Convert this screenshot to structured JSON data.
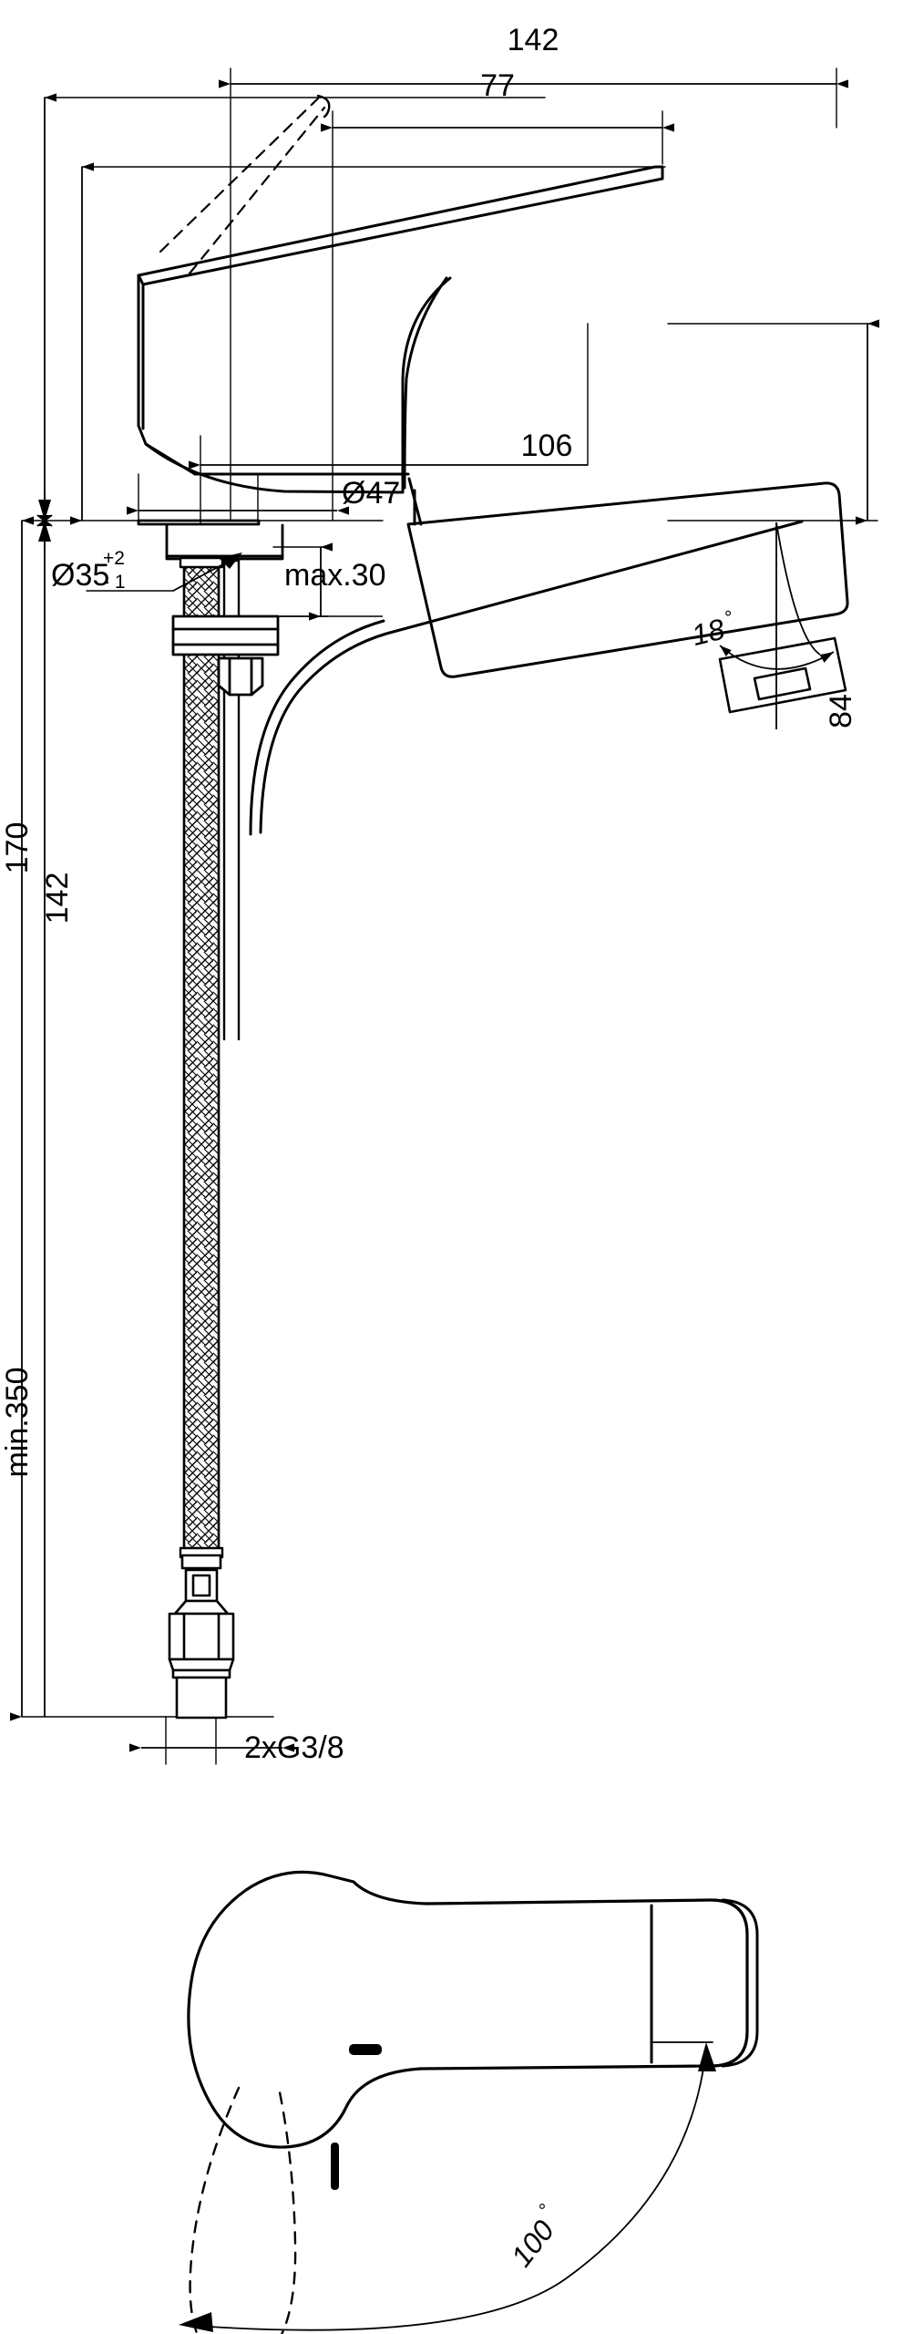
{
  "drawing": {
    "type": "technical-dimension-drawing",
    "subject": "single-lever basin mixer tap",
    "units": "mm",
    "line_color": "#000000",
    "background_color": "#ffffff",
    "views": [
      {
        "name": "side-elevation",
        "position": "top"
      },
      {
        "name": "top-plan-view",
        "position": "bottom"
      }
    ]
  },
  "dimensions": {
    "overall_width": "142",
    "lever_reach": "77",
    "overall_height": "170",
    "body_height": "142",
    "spout_height": "84",
    "spout_projection": "106",
    "base_diameter": "Ø47",
    "mounting_hole_diameter": "Ø35",
    "mounting_hole_tol_upper": "+2",
    "mounting_hole_tol_lower": "- 1",
    "max_thickness": "max.30",
    "hose_length": "min.350",
    "connection_thread": "2xG3/8",
    "aerator_angle": "18",
    "aerator_angle_unit": "°",
    "swivel_angle": "100",
    "swivel_angle_unit": "°"
  },
  "labels": {
    "w142": "142",
    "w77": "77",
    "h170": "170",
    "h142": "142",
    "h84": "84",
    "p106": "106",
    "d47": "Ø47",
    "d35": "Ø35",
    "d35_plus": "+2",
    "d35_minus": "- 1",
    "max30": "max.30",
    "min350": "min.350",
    "thread": "2xG3/8",
    "ang18": "18",
    "ang18_deg": "°",
    "ang100": "100",
    "ang100_deg": "°"
  }
}
